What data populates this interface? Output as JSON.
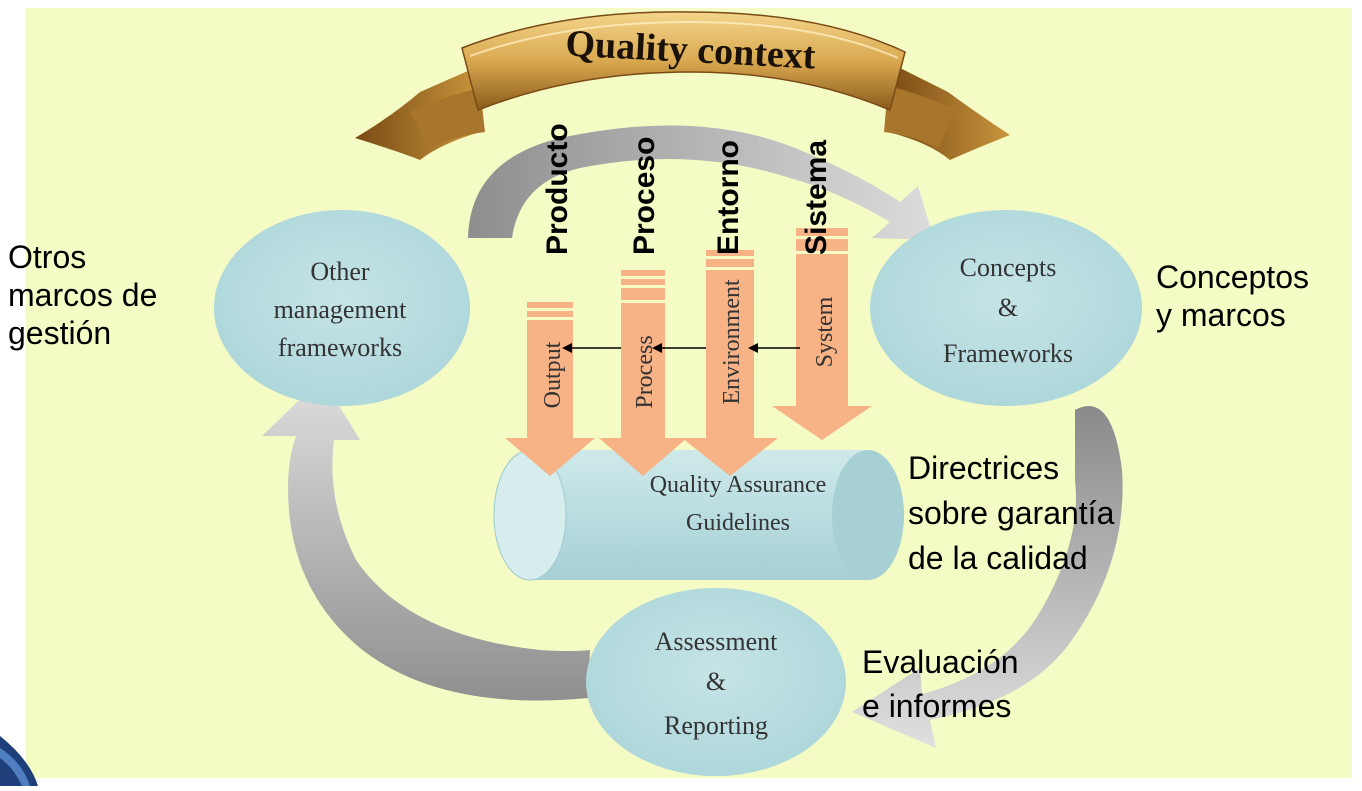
{
  "ribbon": {
    "title": "Quality context"
  },
  "circles": {
    "other": {
      "line1": "Other",
      "line2": "management",
      "line3": "frameworks"
    },
    "concepts": {
      "line1": "Concepts",
      "line2": "&",
      "line3": "Frameworks"
    },
    "assessment": {
      "line1": "Assessment",
      "line2": "&",
      "line3": "Reporting"
    }
  },
  "cylinder": {
    "line1": "Quality Assurance",
    "line2": "Guidelines"
  },
  "arrows": {
    "output": "Output",
    "process": "Process",
    "environment": "Environment",
    "system": "System"
  },
  "vertical_labels": {
    "producto": "Producto",
    "proceso": "Proceso",
    "entorno": "Entorno",
    "sistema": "Sistema"
  },
  "annotations": {
    "otros": [
      "Otros",
      "marcos de",
      "gestión"
    ],
    "conceptos": [
      "Conceptos",
      "y marcos"
    ],
    "directrices": [
      "Directrices",
      "sobre garantía",
      "de la calidad"
    ],
    "evaluacion": [
      "Evaluación",
      "e informes"
    ]
  },
  "colors": {
    "background": "#f4fbc4",
    "circle": "#b9dde0",
    "arrow_orange": "#f7b286",
    "cycle_arrow": "#bfbfbf",
    "ribbon_gold": "#c8963c"
  }
}
